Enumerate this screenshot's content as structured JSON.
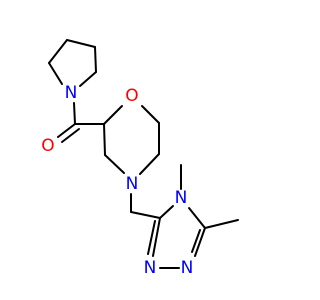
{
  "molecule": {
    "atoms": [
      {
        "id": "n_pyrrolidine",
        "symbol": "N"
      },
      {
        "id": "o_carbonyl",
        "symbol": "O"
      },
      {
        "id": "o_morpholine",
        "symbol": "O"
      },
      {
        "id": "n_morpholine",
        "symbol": "N"
      },
      {
        "id": "n_triazole_4",
        "symbol": "N"
      },
      {
        "id": "n_triazole_1",
        "symbol": "N"
      },
      {
        "id": "n_triazole_2",
        "symbol": "N"
      }
    ]
  },
  "colors": {
    "bond": "#000000",
    "nitrogen": "#0000ff",
    "oxygen": "#ff0000",
    "background": "#ffffff"
  }
}
